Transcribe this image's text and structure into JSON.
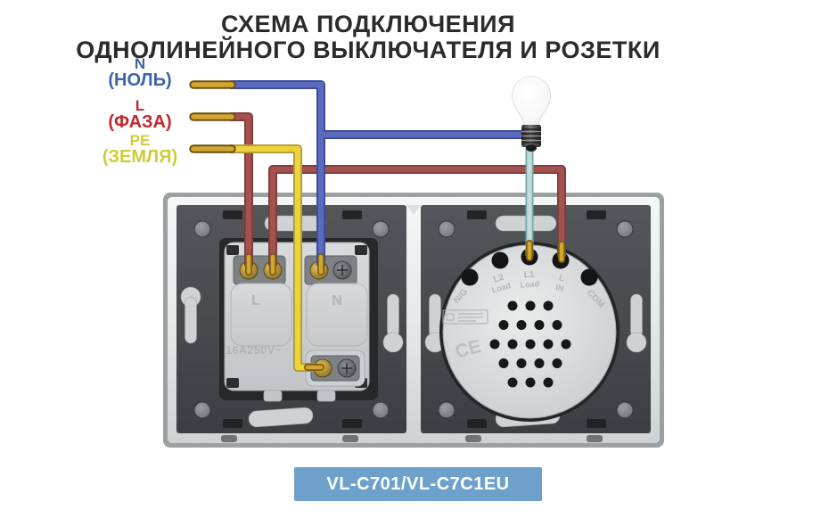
{
  "title": {
    "line1": "СХЕМА ПОДКЛЮЧЕНИЯ",
    "line2": "ОДНОЛИНЕЙНОГО ВЫКЛЮЧАТЕЛЯ И РОЗЕТКИ"
  },
  "legend": {
    "neutral": {
      "symbol": "N",
      "name": "(НОЛЬ)",
      "color": "#3D64A8"
    },
    "phase": {
      "symbol": "L",
      "name": "(ФАЗА)",
      "color": "#C1272D"
    },
    "earth": {
      "symbol": "PE",
      "name": "(ЗЕМЛЯ)",
      "color": "#CFCB3A"
    }
  },
  "wires": {
    "neutral_color": "#5A6BBE",
    "phase_color": "#A35252",
    "earth_color": "#EBD23F",
    "lamp_color": "#BFDEDB",
    "bare_tip_color": "#D2A72E"
  },
  "panel": {
    "socket": {
      "terminal_left_label": "L",
      "terminal_right_label": "N",
      "rating": "16A250V~"
    },
    "switch": {
      "terminal_ng": "N/G",
      "terminal_l2": "L2",
      "terminal_l2_sub": "Load",
      "terminal_l1": "L1",
      "terminal_l1_sub": "Load",
      "terminal_l": "L",
      "terminal_l_sub": "IN",
      "terminal_com": "COM",
      "ce_mark": "CE"
    }
  },
  "badge": {
    "label": "VL-C701/VL-C7C1EU",
    "background": "#6DA1CB"
  }
}
